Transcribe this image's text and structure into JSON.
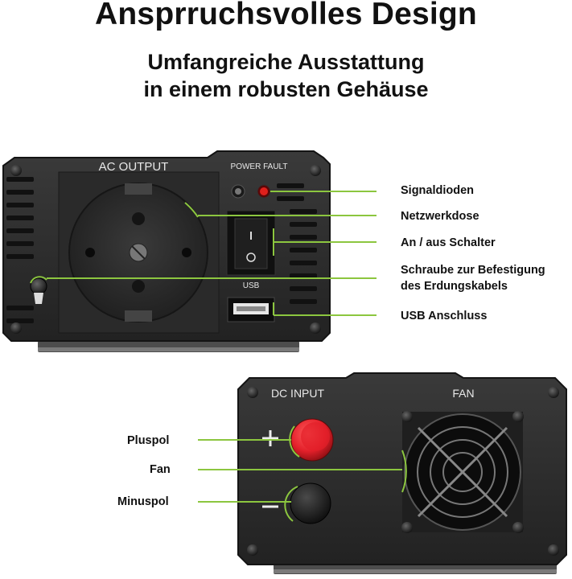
{
  "heading": {
    "title": "Ansprruchsvolles Design",
    "subtitle_line1": "Umfangreiche Ausstattung",
    "subtitle_line2": "in einem robusten Gehäuse"
  },
  "front_panel": {
    "ac_output_label": "AC OUTPUT",
    "power_fault_label": "POWER FAULT",
    "usb_label": "USB",
    "switch_on_symbol": "I",
    "switch_off_symbol": "O"
  },
  "front_callouts": [
    {
      "key": "signal-leds",
      "text": "Signaldioden"
    },
    {
      "key": "socket",
      "text": "Netzwerkdose"
    },
    {
      "key": "switch",
      "text": "An / aus Schalter"
    },
    {
      "key": "ground-screw",
      "line1": "Schraube zur Befestigung",
      "line2": "des Erdungskabels"
    },
    {
      "key": "usb",
      "text": "USB Anschluss"
    }
  ],
  "back_panel": {
    "dc_input_label": "DC INPUT",
    "fan_label": "FAN",
    "plus_symbol": "+",
    "minus_symbol": "−"
  },
  "back_callouts": [
    {
      "key": "plus-pole",
      "text": "Pluspol"
    },
    {
      "key": "fan",
      "text": "Fan"
    },
    {
      "key": "minus-pole",
      "text": "Minuspol"
    }
  ],
  "colors": {
    "callout_line": "#8cc63f",
    "housing": "#2b2b2b",
    "plus_terminal": "#e3202a",
    "led_red": "#e0201c"
  }
}
